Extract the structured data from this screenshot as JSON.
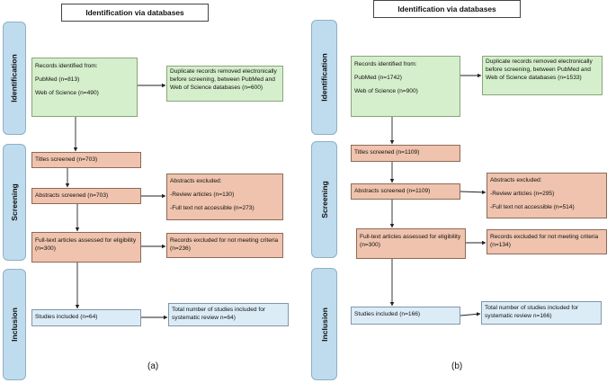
{
  "panels": [
    {
      "header": "Identification via databases",
      "stages": {
        "identification": "Identification",
        "screening": "Screening",
        "inclusion": "Inclusion"
      },
      "records": {
        "title": "Records identified from:",
        "line1": "PubMed (n=813)",
        "line2": "Web of Science (n=490)"
      },
      "duplicates": "Duplicate records removed electronically before screening, between PubMed and Web of Science databases (n=600)",
      "titles_screened": "Titles screened (n=703)",
      "abstracts_screened": "Abstracts screened (n=703)",
      "abstracts_excluded": {
        "title": "Abstracts excluded:",
        "line1": "-Review articles (n=130)",
        "line2": "-Full text not accessible (n=273)"
      },
      "fulltext": "Full-text articles assessed for eligibility (n=300)",
      "records_excluded": "Records excluded for not meeting criteria (n=236)",
      "studies_included": "Studies included (n=64)",
      "total": "Total number of studies included for systematic review n=64)",
      "caption": "(a)"
    },
    {
      "header": "Identification via databases",
      "stages": {
        "identification": "Identification",
        "screening": "Screening",
        "inclusion": "Inclusion"
      },
      "records": {
        "title": "Records identified from:",
        "line1": "PubMed (n=1742)",
        "line2": "Web of Science (n=900)"
      },
      "duplicates": "Duplicate records removed electronically before screening, between PubMed and Web of Science databases (n=1533)",
      "titles_screened": "Titles screened (n=1109)",
      "abstracts_screened": "Abstracts screened (n=1109)",
      "abstracts_excluded": {
        "title": "Abstracts excluded:",
        "line1": "-Review articles (n=295)",
        "line2": "-Full text not accessible (n=514)"
      },
      "fulltext": "Full-text articles assessed for eligibility (n=300)",
      "records_excluded": "Records excluded for not meeting criteria (n=134)",
      "studies_included": "Studies included (n=166)",
      "total": "Total number of studies included for systematic review n=166)",
      "caption": "(b)"
    }
  ],
  "colors": {
    "identification_box": "#d5eecb",
    "screening_box": "#efc3ad",
    "inclusion_box": "#dcecf7",
    "stage_label": "#bfdcee"
  }
}
